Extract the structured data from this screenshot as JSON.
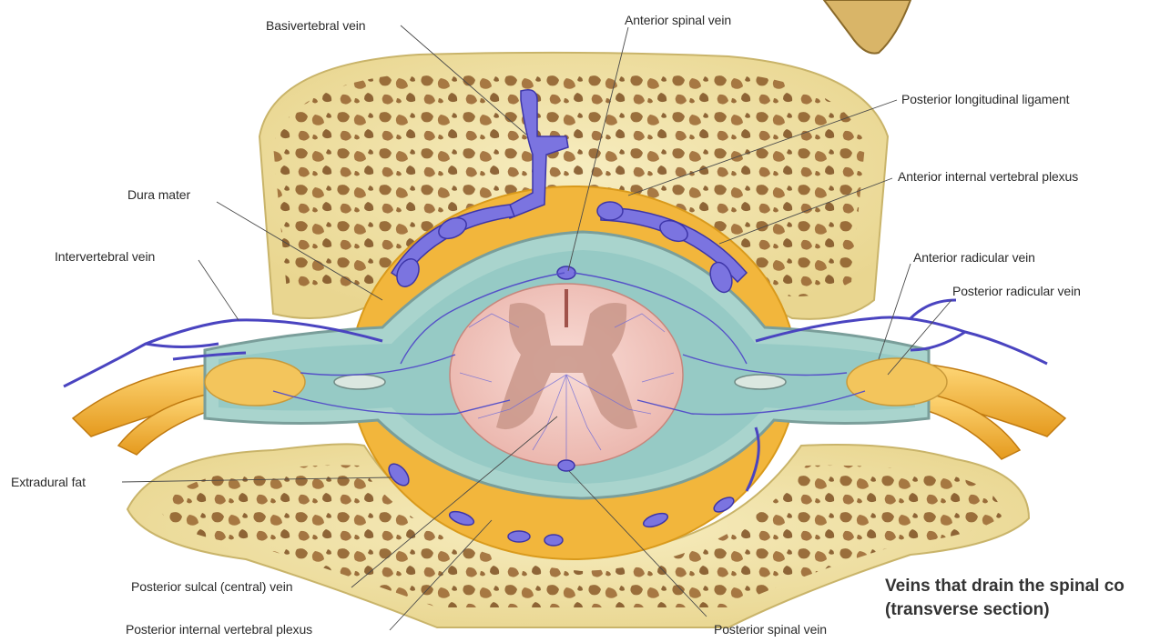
{
  "labels": {
    "basivertebral_vein": "Basivertebral vein",
    "anterior_spinal_vein": "Anterior spinal vein",
    "posterior_longitudinal_ligament": "Posterior longitudinal ligament",
    "anterior_internal_vertebral_plexus": "Anterior internal vertebral plexus",
    "dura_mater": "Dura mater",
    "intervertebral_vein": "Intervertebral vein",
    "anterior_radicular_vein": "Anterior radicular vein",
    "posterior_radicular_vein": "Posterior radicular vein",
    "extradural_fat": "Extradural fat",
    "posterior_sulcal_vein": "Posterior sulcal (central) vein",
    "posterior_internal_vertebral_plexus": "Posterior internal vertebral plexus",
    "posterior_spinal_vein": "Posterior spinal vein"
  },
  "caption": {
    "line1": "Veins that drain the spinal co",
    "line2": "(transverse section)"
  },
  "colors": {
    "bone": "#f3e6a8",
    "trabecular_holes": "#8a5a2a",
    "extradural_fat": "#f2b63c",
    "dura": "#8fc6c2",
    "spinal_cord": "#f3c8c2",
    "grey_matter": "#c9968a",
    "veins": "#6e6ad8",
    "nerve_roots": "#f5b041"
  }
}
